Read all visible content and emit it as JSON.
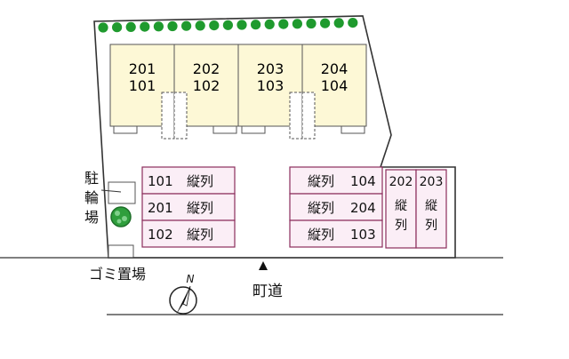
{
  "buildings": [
    {
      "upper": "201",
      "lower": "101"
    },
    {
      "upper": "202",
      "lower": "102"
    },
    {
      "upper": "203",
      "lower": "103"
    },
    {
      "upper": "204",
      "lower": "104"
    }
  ],
  "parking_left": [
    {
      "unit": "101",
      "type": "縦列"
    },
    {
      "unit": "201",
      "type": "縦列"
    },
    {
      "unit": "102",
      "type": "縦列"
    }
  ],
  "parking_right": [
    {
      "type": "縦列",
      "unit": "104"
    },
    {
      "type": "縦列",
      "unit": "204"
    },
    {
      "type": "縦列",
      "unit": "103"
    }
  ],
  "parking_vertical": [
    {
      "unit": "202",
      "type": "縦列"
    },
    {
      "unit": "203",
      "type": "縦列"
    }
  ],
  "labels": {
    "bike_parking": "駐輪場",
    "garbage": "ゴミ置場",
    "road": "町道",
    "north": "N"
  },
  "colors": {
    "building_fill": "#fdf8d6",
    "parking_fill": "#fbeef6",
    "parking_border": "#8b2d5c",
    "hedge": "#1f9a2e",
    "lot_border": "#333333"
  }
}
